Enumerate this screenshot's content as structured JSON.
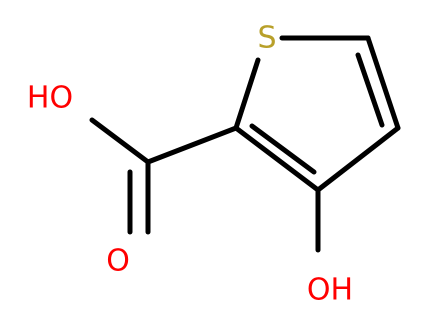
{
  "molecule": {
    "atoms": {
      "sulfur": {
        "label": "S",
        "color": "#b8a02a"
      },
      "hydroxyl_acid": {
        "label": "HO",
        "color": "#ff0000"
      },
      "carbonyl_oxygen": {
        "label": "O",
        "color": "#ff0000"
      },
      "hydroxyl_ring": {
        "label": "OH",
        "color": "#ff0000"
      }
    },
    "bond_color": "#000000"
  }
}
